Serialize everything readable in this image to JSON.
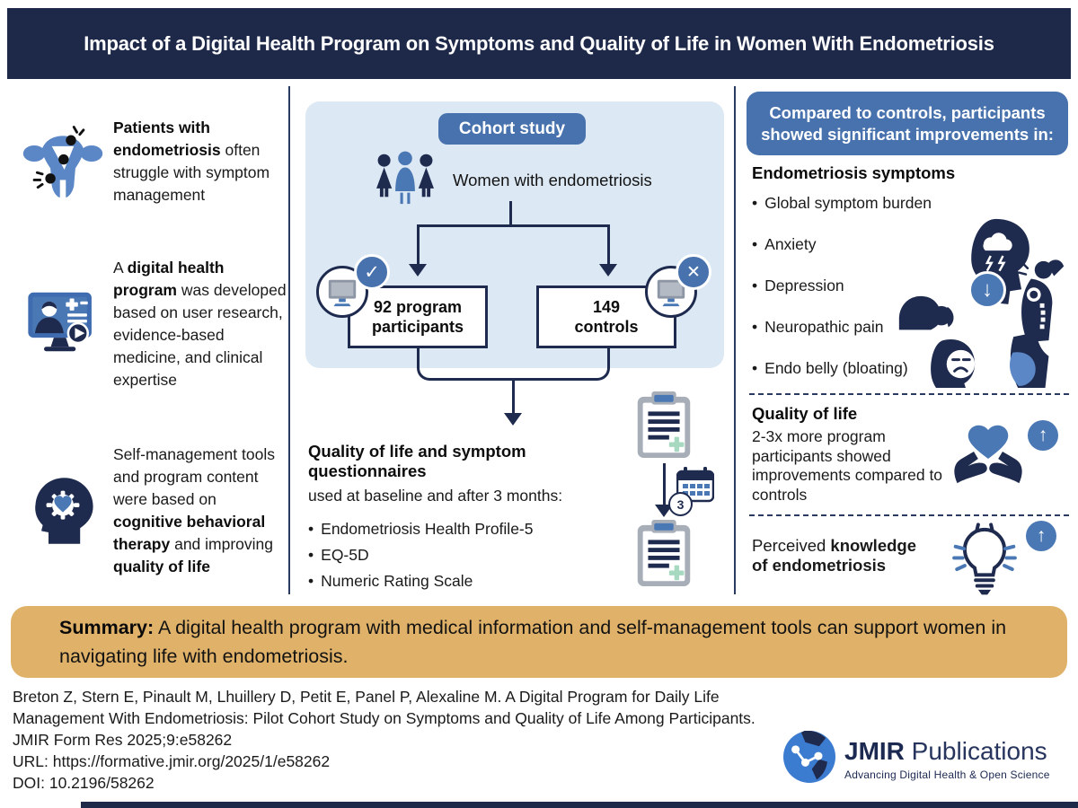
{
  "colors": {
    "navy": "#1e2949",
    "accent_blue": "#4872ad",
    "icon_blue": "#5b87c7",
    "panel_blue": "#dce8f4",
    "summary_tan": "#e0b269",
    "mint_green": "#a6d9c0"
  },
  "header": {
    "title": "Impact of a Digital Health Program on Symptoms and Quality of Life in Women With Endometriosis"
  },
  "left_panel": {
    "item1": {
      "icon": "uterus-pain-icon",
      "bold": "Patients with endometriosis",
      "rest": " often struggle with symptom management"
    },
    "item2": {
      "icon": "digital-health-monitor-icon",
      "pre": "A ",
      "bold": "digital health program",
      "rest": " was developed based on user research, evidence-based medicine, and clinical expertise"
    },
    "item3": {
      "icon": "head-cbt-icon",
      "pre": "Self-management tools and program content were based on ",
      "bold1": "cognitive behavioral therapy",
      "mid": " and improving ",
      "bold2": "quality of life"
    }
  },
  "study_panel": {
    "badge": "Cohort study",
    "population": "Women with endometriosis",
    "group_left": {
      "line1": "92 program",
      "line2": "participants"
    },
    "group_right": {
      "line1": "149",
      "line2": "controls"
    },
    "questionnaires": {
      "heading": "Quality of life and symptom questionnaires",
      "subheading": "used at baseline and after 3 months:",
      "items": [
        "Endometriosis Health Profile-5",
        "EQ-5D",
        "Numeric Rating Scale"
      ]
    },
    "calendar_badge": "3"
  },
  "results_panel": {
    "header": "Compared to controls, participants showed significant improvements in:",
    "symptoms": {
      "heading": "Endometriosis symptoms",
      "items": [
        "Global symptom burden",
        "Anxiety",
        "Depression",
        "Neuropathic pain",
        "Endo belly (bloating)"
      ]
    },
    "quality_of_life": {
      "heading": "Quality of life",
      "text": "2-3x more program participants showed improvements compared to controls"
    },
    "knowledge": {
      "pre": "Perceived ",
      "bold": "knowledge of endometriosis"
    }
  },
  "summary": {
    "label": "Summary:",
    "text": " A digital health program with medical information and self-management tools can support women in navigating life with endometriosis."
  },
  "citation": {
    "lines": [
      "Breton Z, Stern E, Pinault M, Lhuillery D, Petit E, Panel P, Alexaline M. A Digital Program for Daily Life",
      "Management With Endometriosis: Pilot Cohort Study on Symptoms and Quality of Life Among Participants.",
      "JMIR Form Res 2025;9:e58262",
      "URL: https://formative.jmir.org/2025/1/e58262",
      "DOI: 10.2196/58262"
    ]
  },
  "logo": {
    "name": "JMIR",
    "suffix": " Publications",
    "tagline": "Advancing Digital Health & Open Science"
  },
  "icons": {
    "bullet": "•",
    "check": "✓",
    "cross": "✕",
    "arrow_up": "↑",
    "arrow_down": "↓"
  }
}
